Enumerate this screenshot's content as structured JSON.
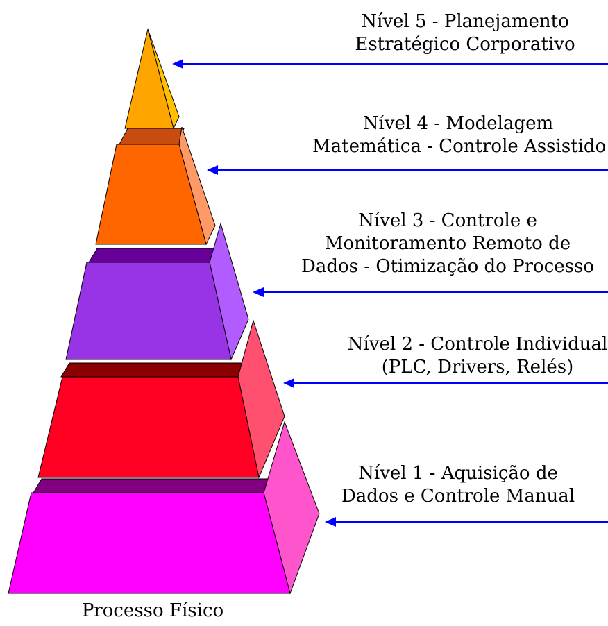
{
  "diagram": {
    "levels": [
      {
        "level": 5,
        "lines": [
          "Nível 5 - Planejamento",
          "Estratégico Corporativo"
        ],
        "front_color": "#ffa500",
        "side_color": "#ffc000",
        "top_color": "#ffa500"
      },
      {
        "level": 4,
        "lines": [
          "Nível 4 - Modelagem",
          "Matemática - Controle Assistido"
        ],
        "front_color": "#ff6600",
        "side_color": "#ff9966",
        "top_color": "#c84c10"
      },
      {
        "level": 3,
        "lines": [
          "Nível 3 - Controle e",
          "Monitoramento Remoto de",
          "Dados - Otimização do Processo"
        ],
        "front_color": "#9933e6",
        "side_color": "#b05cff",
        "top_color": "#660099"
      },
      {
        "level": 2,
        "lines": [
          "Nível 2 - Controle Individual",
          "(PLC, Drivers, Relés)"
        ],
        "front_color": "#ff0022",
        "side_color": "#ff5070",
        "top_color": "#8b0000"
      },
      {
        "level": 1,
        "lines": [
          "Nível 1 - Aquisição de",
          "Dados e Controle Manual"
        ],
        "front_color": "#ff00ff",
        "side_color": "#ff55cc",
        "top_color": "#800080"
      }
    ],
    "base_label": "Processo Físico",
    "arrow_color": "#0000ff",
    "outline_color": "#000000"
  }
}
